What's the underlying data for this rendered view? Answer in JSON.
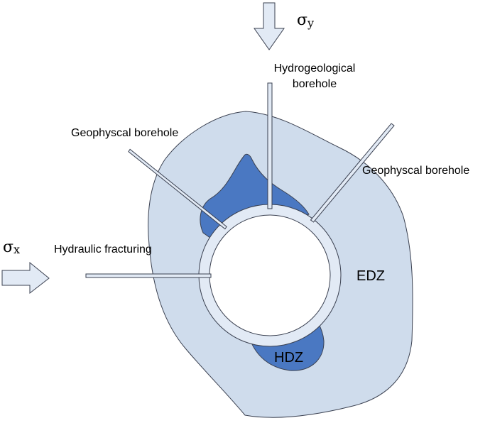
{
  "stresses": {
    "sigma_y": {
      "symbol": "σ",
      "subscript": "y"
    },
    "sigma_x": {
      "symbol": "σ",
      "subscript": "x"
    }
  },
  "labels": {
    "hydrogeological_line1": "Hydrogeological",
    "hydrogeological_line2": "borehole",
    "geophysical_left": "Geophyscal borehole",
    "geophysical_right": "Geophyscal borehole",
    "hydraulic_fracturing": "Hydraulic fracturing",
    "edz": "EDZ",
    "hdz": "HDZ"
  },
  "colors": {
    "edz_fill": "#cfdcec",
    "hdz_fill": "#4a78c2",
    "lining_fill": "#e2eaf5",
    "arrow_fill": "#e2eaf5",
    "outline": "#3a4050"
  }
}
